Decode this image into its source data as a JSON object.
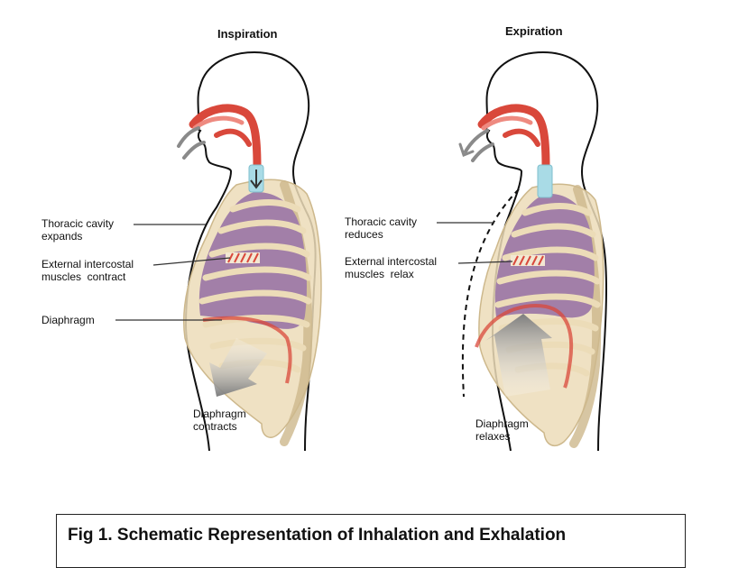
{
  "panels": {
    "inspiration": {
      "title": "Inspiration",
      "labels": {
        "thoracic_cavity": "Thoracic cavity\nexpands",
        "intercostal": "External intercostal\nmuscles  contract",
        "diaphragm": "Diaphragm",
        "diaphragm_action": "Diaphragm\ncontracts"
      }
    },
    "expiration": {
      "title": "Expiration",
      "labels": {
        "thoracic_cavity": "Thoracic cavity\nreduces",
        "intercostal": "External intercostal\nmuscles  relax",
        "diaphragm_action": "Diaphragm\nrelaxes"
      }
    }
  },
  "caption": "Fig 1. Schematic Representation of Inhalation and Exhalation",
  "colors": {
    "airway": "#d9483b",
    "airway_light": "#ee8a80",
    "trachea": "#a9dbe6",
    "lung": "#a27fa8",
    "rib": "#ecdcb8",
    "rib_edge": "#cdb88c",
    "outline": "#111111",
    "arrow": "#8a8a8a"
  }
}
